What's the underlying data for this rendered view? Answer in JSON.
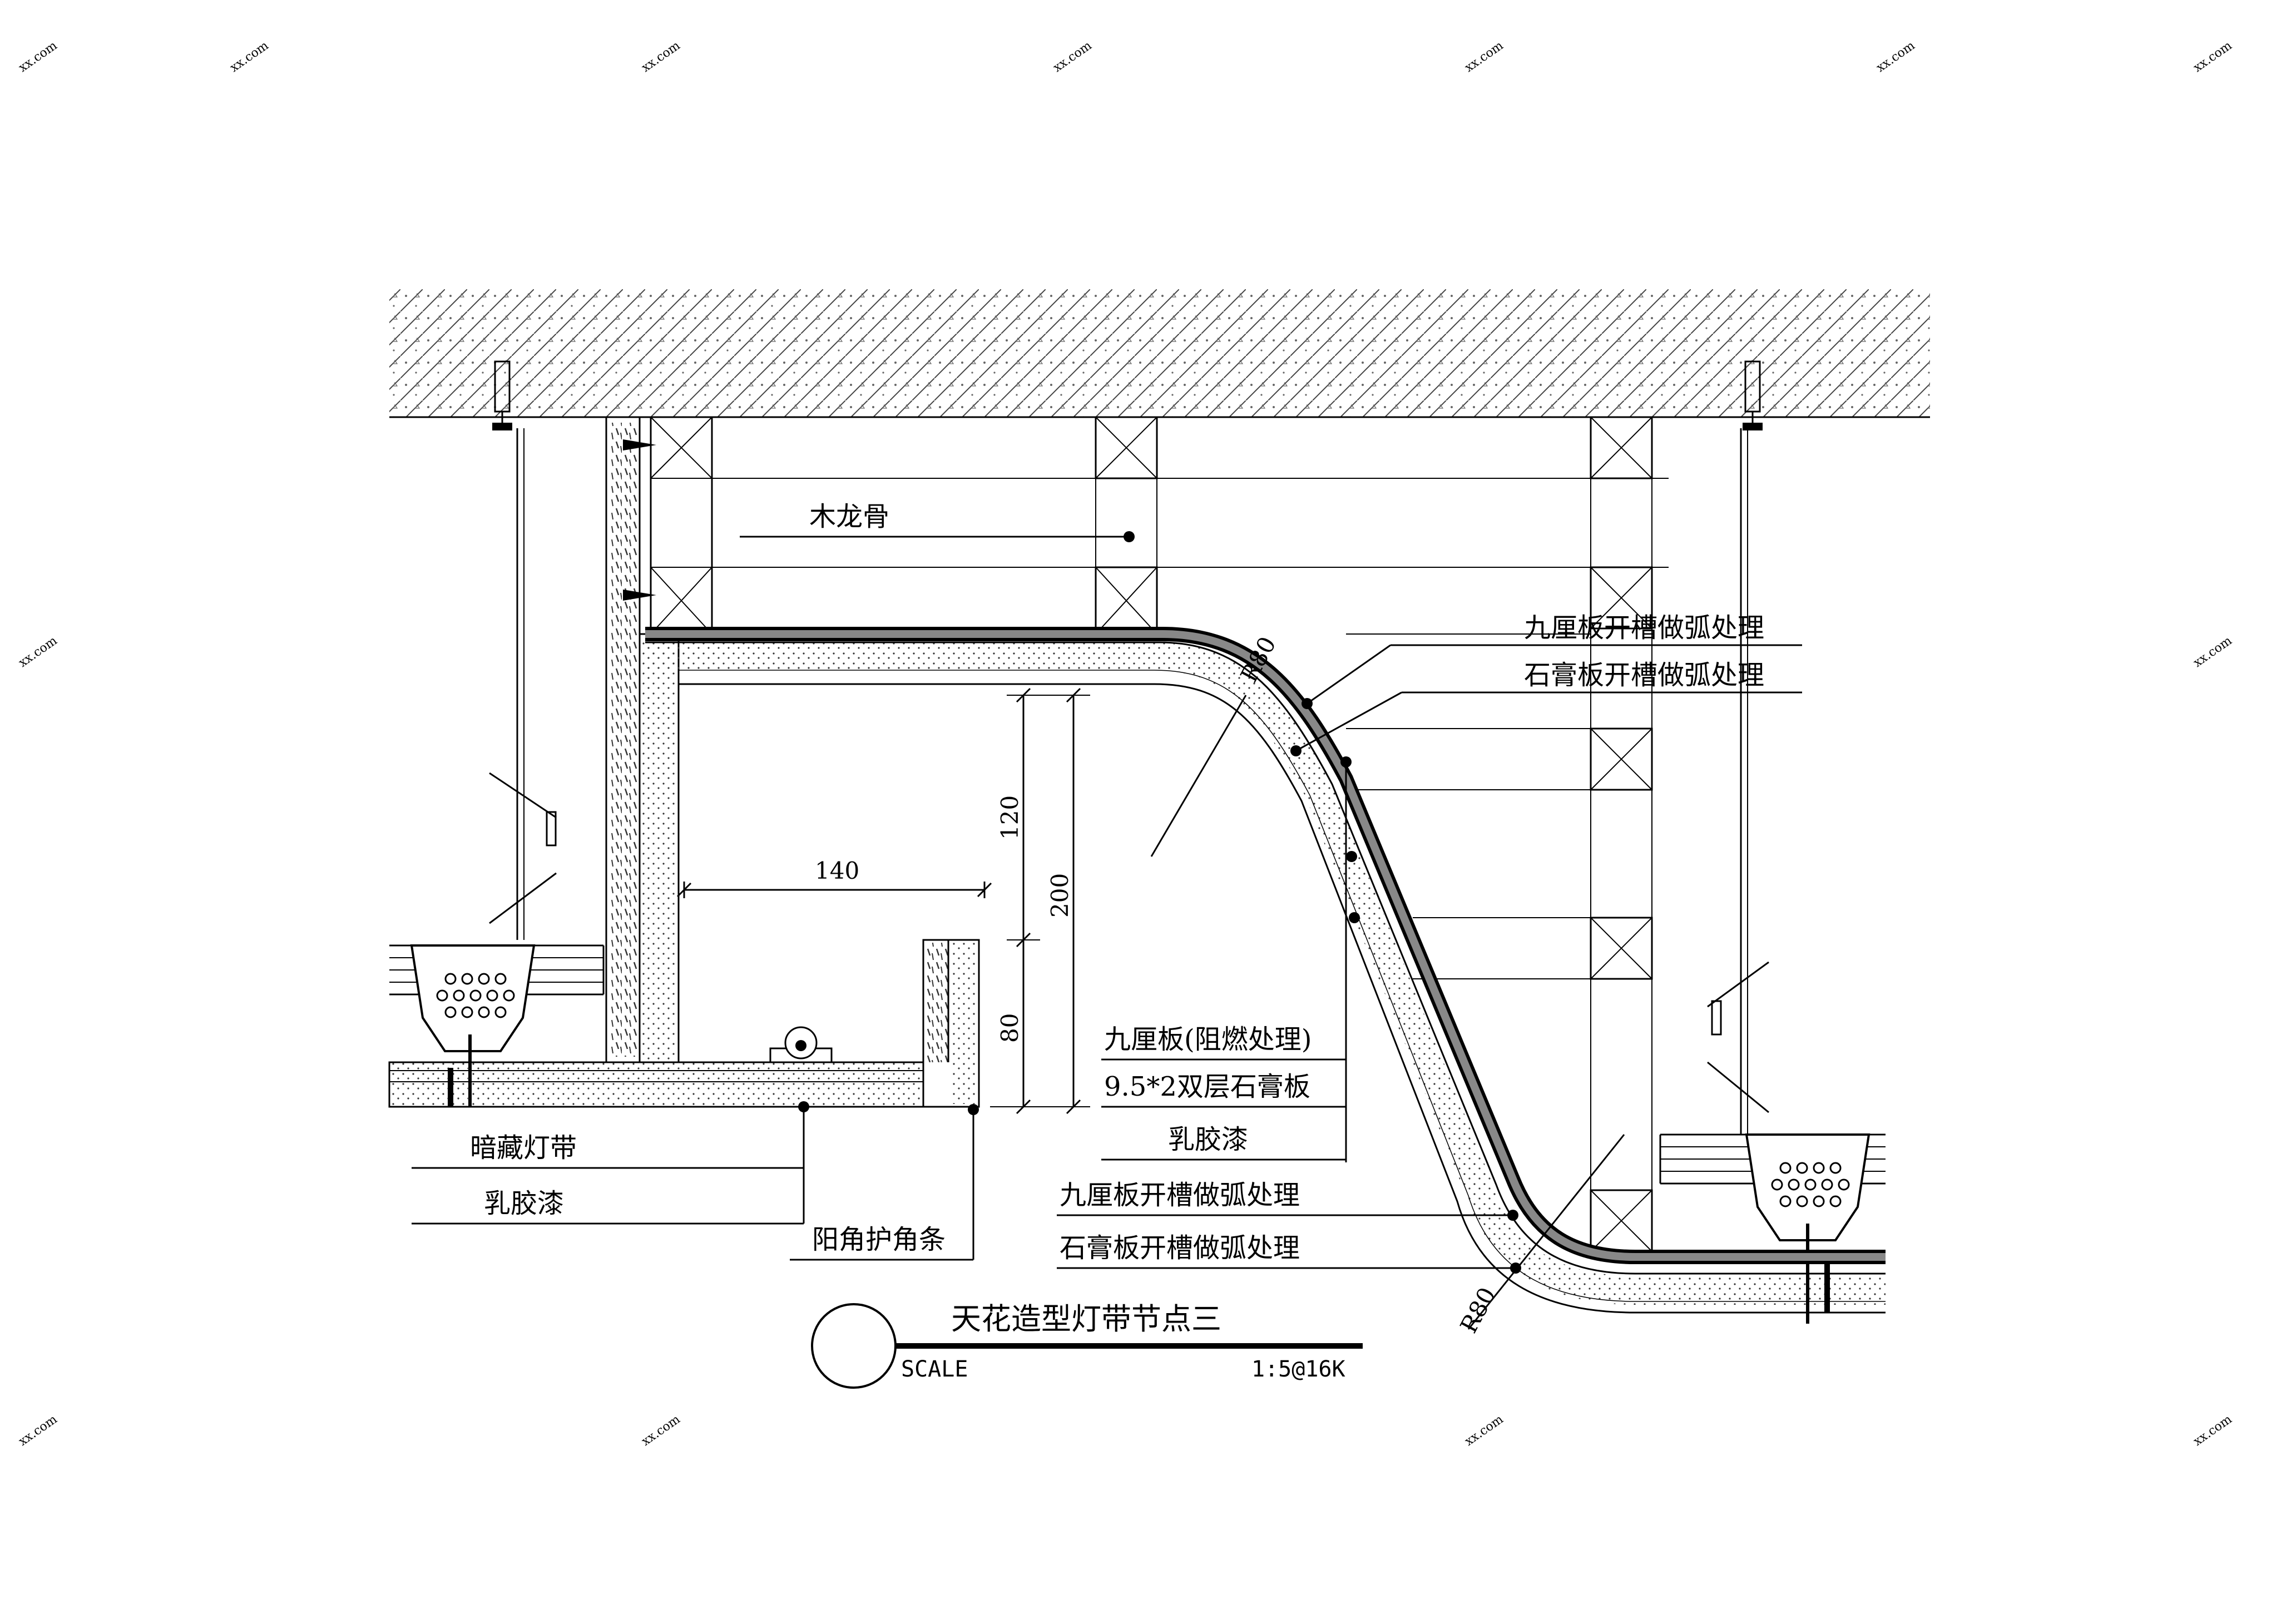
{
  "drawing": {
    "title": "天花造型灯带节点三",
    "scale_label": "SCALE",
    "scale_value": "1:5@16K"
  },
  "labels": {
    "wood_keel": "木龙骨",
    "plywood_groove_top": "九厘板开槽做弧处理",
    "gypsum_groove_top": "石膏板开槽做弧处理",
    "plywood_fire": "九厘板(阻燃处理)",
    "double_gypsum": "9.5*2双层石膏板",
    "latex_paint_right": "乳胶漆",
    "plywood_groove_bottom": "九厘板开槽做弧处理",
    "gypsum_groove_bottom": "石膏板开槽做弧处理",
    "hidden_light_strip": "暗藏灯带",
    "latex_paint_left": "乳胶漆",
    "corner_guard": "阳角护角条"
  },
  "dimensions": {
    "width_140": "140",
    "height_120": "120",
    "height_200": "200",
    "height_80": "80",
    "radius_top": "R80",
    "radius_bottom": "R80"
  },
  "colors": {
    "line": "#000000",
    "background": "#ffffff",
    "hatch": "#555555",
    "watermark": "#d8d8d8"
  }
}
